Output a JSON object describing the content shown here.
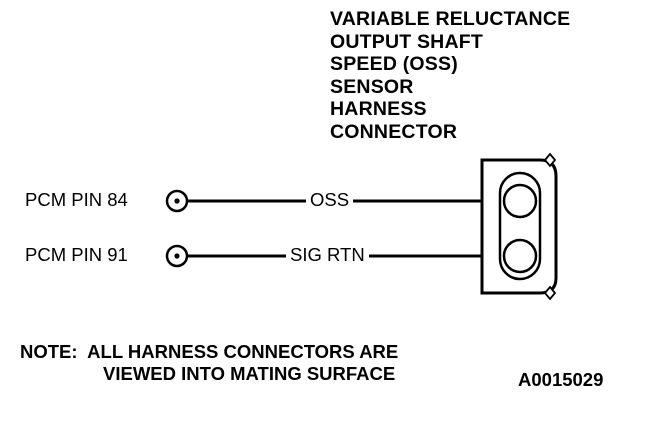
{
  "title_lines": [
    "VARIABLE RELUCTANCE",
    "OUTPUT SHAFT",
    "SPEED (OSS)",
    "SENSOR",
    "HARNESS",
    "CONNECTOR"
  ],
  "circuits": [
    {
      "pin_label": "PCM PIN 84",
      "wire_label": "OSS"
    },
    {
      "pin_label": "PCM PIN 91",
      "wire_label": "SIG RTN"
    }
  ],
  "note": {
    "prefix": "NOTE:",
    "line1": "ALL HARNESS CONNECTORS ARE",
    "line2": "VIEWED INTO MATING SURFACE"
  },
  "figure_code": "A0015029",
  "colors": {
    "ink": "#000000",
    "paper": "#ffffff"
  }
}
